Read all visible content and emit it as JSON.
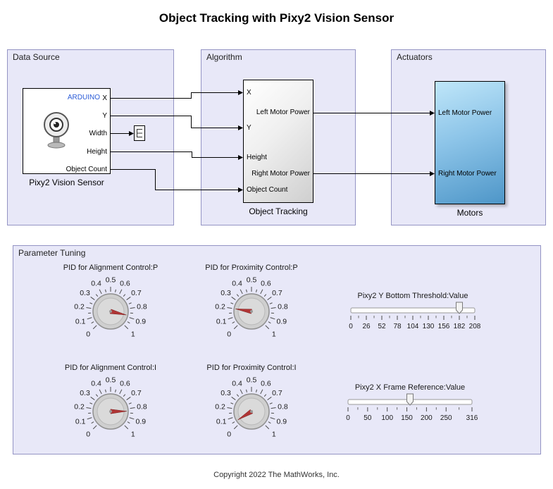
{
  "title": "Object Tracking with Pixy2 Vision Sensor",
  "areas": {
    "data_source": {
      "label": "Data Source"
    },
    "algorithm": {
      "label": "Algorithm"
    },
    "actuators": {
      "label": "Actuators"
    },
    "parameter_tuning_area": {
      "label": "Parameter Tuning"
    }
  },
  "blocks": {
    "pixy2_vision_sensor": {
      "name": "Pixy2 Vision Sensor",
      "brand_label": "ARDUINO",
      "output_ports": [
        "X",
        "Y",
        "Width",
        "Height",
        "Object Count"
      ]
    },
    "object_tracking": {
      "name": "Object Tracking",
      "input_ports": [
        "X",
        "Y",
        "Height",
        "Object Count"
      ],
      "output_ports": [
        "Left Motor Power",
        "Right Motor Power"
      ]
    },
    "motors": {
      "name": "Motors",
      "input_ports": [
        "Left Motor Power",
        "Right Motor Power"
      ]
    }
  },
  "parameter_tuning": {
    "knobs": [
      {
        "label": "PID for Alignment Control:P",
        "value": 0.88,
        "min": 0,
        "max": 1,
        "tick_labels": [
          "0",
          "0.1",
          "0.2",
          "0.3",
          "0.4",
          "0.5",
          "0.6",
          "0.7",
          "0.8",
          "0.9",
          "1"
        ]
      },
      {
        "label": "PID for Proximity Control:P",
        "value": 0.2,
        "min": 0,
        "max": 1,
        "tick_labels": [
          "0",
          "0.1",
          "0.2",
          "0.3",
          "0.4",
          "0.5",
          "0.6",
          "0.7",
          "0.8",
          "0.9",
          "1"
        ]
      },
      {
        "label": "PID for Alignment Control:I",
        "value": 0.83,
        "min": 0,
        "max": 1,
        "tick_labels": [
          "0",
          "0.1",
          "0.2",
          "0.3",
          "0.4",
          "0.5",
          "0.6",
          "0.7",
          "0.8",
          "0.9",
          "1"
        ]
      },
      {
        "label": "PID for Proximity Control:I",
        "value": 0.05,
        "min": 0,
        "max": 1,
        "tick_labels": [
          "0",
          "0.1",
          "0.2",
          "0.3",
          "0.4",
          "0.5",
          "0.6",
          "0.7",
          "0.8",
          "0.9",
          "1"
        ]
      }
    ],
    "sliders": [
      {
        "label": "Pixy2 Y Bottom Threshold:Value",
        "value": 182,
        "min": 0,
        "max": 208,
        "tick_labels": [
          "0",
          "26",
          "52",
          "78",
          "104",
          "130",
          "156",
          "182",
          "208"
        ]
      },
      {
        "label": "Pixy2 X Frame Reference:Value",
        "value": 158,
        "min": 0,
        "max": 316,
        "tick_labels": [
          "0",
          "50",
          "100",
          "150",
          "200",
          "250",
          "316"
        ]
      }
    ]
  },
  "footer": {
    "copyright": "Copyright 2022 The MathWorks, Inc."
  },
  "colors": {
    "area_fill": "#e8e8f8",
    "area_border": "#9494c4",
    "motors_bottom": "#4e96c8",
    "needle": "#b03535",
    "arduino_text": "#2a5bd7"
  }
}
